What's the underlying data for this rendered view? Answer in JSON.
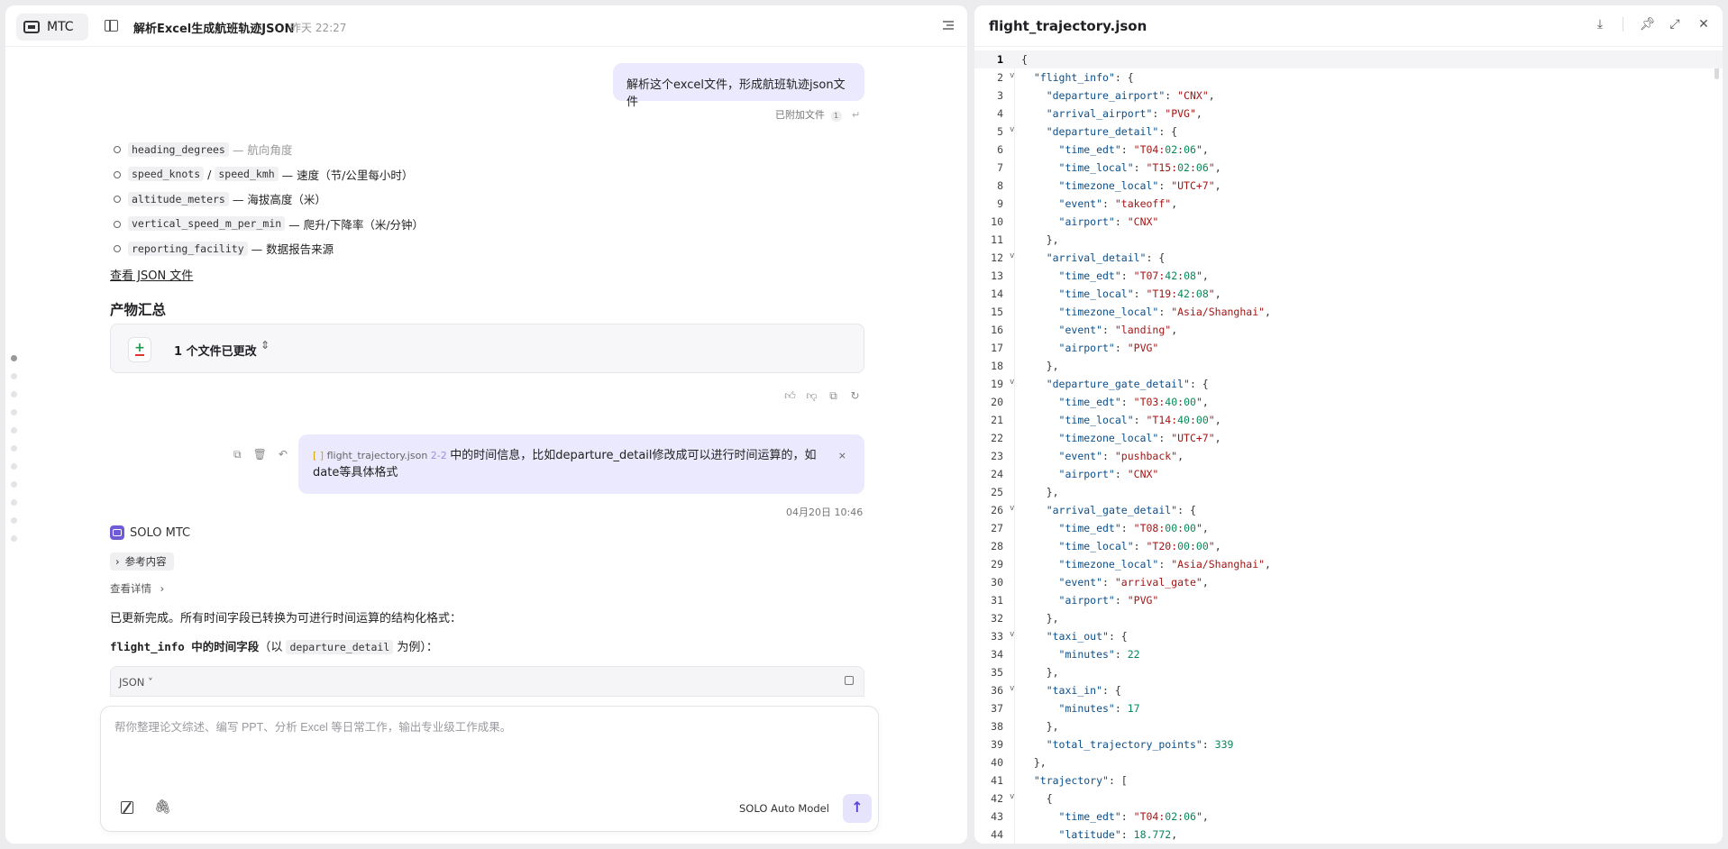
{
  "app": {
    "brand": "MTC",
    "chat_title": "解析Excel生成航班轨迹JSON",
    "chat_time": "昨天 22:27"
  },
  "chat": {
    "msg1": {
      "text": "解析这个excel文件，形成航班轨迹json文件",
      "attach_label": "已附加文件",
      "attach_count": "1"
    },
    "list": [
      {
        "code": "heading_degrees",
        "desc": "— 航向角度"
      },
      {
        "code": "speed_knots",
        "code2": "speed_kmh",
        "sep": "/",
        "desc": "— 速度（节/公里每小时）"
      },
      {
        "code": "altitude_meters",
        "desc": "— 海拔高度（米）"
      },
      {
        "code": "vertical_speed_m_per_min",
        "desc": "— 爬升/下降率（米/分钟）"
      },
      {
        "code": "reporting_facility",
        "desc": "— 数据报告来源"
      }
    ],
    "view_json_link": "查看 JSON 文件",
    "summary_title": "产物汇总",
    "files_changed": "1 个文件已更改",
    "msg2": {
      "file_tag": "flight_trajectory.json",
      "range": "2-2",
      "line1": "中的时间信息，比如departure_detail修改成可以进行时间运算的，如",
      "line2": "date等具体格式",
      "time": "04月20日 10:46"
    },
    "agent_name": "SOLO MTC",
    "ref_chip": "参考内容",
    "details_link": "查看详情",
    "reply_para": "已更新完成。所有时间字段已转换为可进行时间运算的结构化格式：",
    "reply_bold": "flight_info 中的时间字段",
    "reply_paren_open": "（以",
    "reply_code": "departure_detail",
    "reply_paren_close": "为例）：",
    "code_lang": "JSON"
  },
  "composer": {
    "placeholder": "帮你整理论文综述、编写 PPT、分析 Excel 等日常工作，输出专业级工作成果。",
    "model": "SOLO Auto Model"
  },
  "viewer": {
    "title": "flight_trajectory.json",
    "lines": [
      {
        "n": "1",
        "f": "",
        "t": "{"
      },
      {
        "n": "2",
        "f": "v",
        "t": "  \"flight_info\": {"
      },
      {
        "n": "3",
        "f": "",
        "t": "    \"departure_airport\": \"CNX\","
      },
      {
        "n": "4",
        "f": "",
        "t": "    \"arrival_airport\": \"PVG\","
      },
      {
        "n": "5",
        "f": "v",
        "t": "    \"departure_detail\": {"
      },
      {
        "n": "6",
        "f": "",
        "t": "      \"time_edt\": \"T04:02:06\","
      },
      {
        "n": "7",
        "f": "",
        "t": "      \"time_local\": \"T15:02:06\","
      },
      {
        "n": "8",
        "f": "",
        "t": "      \"timezone_local\": \"UTC+7\","
      },
      {
        "n": "9",
        "f": "",
        "t": "      \"event\": \"takeoff\","
      },
      {
        "n": "10",
        "f": "",
        "t": "      \"airport\": \"CNX\""
      },
      {
        "n": "11",
        "f": "",
        "t": "    },"
      },
      {
        "n": "12",
        "f": "v",
        "t": "    \"arrival_detail\": {"
      },
      {
        "n": "13",
        "f": "",
        "t": "      \"time_edt\": \"T07:42:08\","
      },
      {
        "n": "14",
        "f": "",
        "t": "      \"time_local\": \"T19:42:08\","
      },
      {
        "n": "15",
        "f": "",
        "t": "      \"timezone_local\": \"Asia/Shanghai\","
      },
      {
        "n": "16",
        "f": "",
        "t": "      \"event\": \"landing\","
      },
      {
        "n": "17",
        "f": "",
        "t": "      \"airport\": \"PVG\""
      },
      {
        "n": "18",
        "f": "",
        "t": "    },"
      },
      {
        "n": "19",
        "f": "v",
        "t": "    \"departure_gate_detail\": {"
      },
      {
        "n": "20",
        "f": "",
        "t": "      \"time_edt\": \"T03:40:00\","
      },
      {
        "n": "21",
        "f": "",
        "t": "      \"time_local\": \"T14:40:00\","
      },
      {
        "n": "22",
        "f": "",
        "t": "      \"timezone_local\": \"UTC+7\","
      },
      {
        "n": "23",
        "f": "",
        "t": "      \"event\": \"pushback\","
      },
      {
        "n": "24",
        "f": "",
        "t": "      \"airport\": \"CNX\""
      },
      {
        "n": "25",
        "f": "",
        "t": "    },"
      },
      {
        "n": "26",
        "f": "v",
        "t": "    \"arrival_gate_detail\": {"
      },
      {
        "n": "27",
        "f": "",
        "t": "      \"time_edt\": \"T08:00:00\","
      },
      {
        "n": "28",
        "f": "",
        "t": "      \"time_local\": \"T20:00:00\","
      },
      {
        "n": "29",
        "f": "",
        "t": "      \"timezone_local\": \"Asia/Shanghai\","
      },
      {
        "n": "30",
        "f": "",
        "t": "      \"event\": \"arrival_gate\","
      },
      {
        "n": "31",
        "f": "",
        "t": "      \"airport\": \"PVG\""
      },
      {
        "n": "32",
        "f": "",
        "t": "    },"
      },
      {
        "n": "33",
        "f": "v",
        "t": "    \"taxi_out\": {"
      },
      {
        "n": "34",
        "f": "",
        "t": "      \"minutes\": 22"
      },
      {
        "n": "35",
        "f": "",
        "t": "    },"
      },
      {
        "n": "36",
        "f": "v",
        "t": "    \"taxi_in\": {"
      },
      {
        "n": "37",
        "f": "",
        "t": "      \"minutes\": 17"
      },
      {
        "n": "38",
        "f": "",
        "t": "    },"
      },
      {
        "n": "39",
        "f": "",
        "t": "    \"total_trajectory_points\": 339"
      },
      {
        "n": "40",
        "f": "",
        "t": "  },"
      },
      {
        "n": "41",
        "f": "",
        "t": "  \"trajectory\": ["
      },
      {
        "n": "42",
        "f": "v",
        "t": "    {"
      },
      {
        "n": "43",
        "f": "",
        "t": "      \"time_edt\": \"T04:02:06\","
      },
      {
        "n": "44",
        "f": "",
        "t": "      \"latitude\": 18.772,"
      }
    ]
  }
}
